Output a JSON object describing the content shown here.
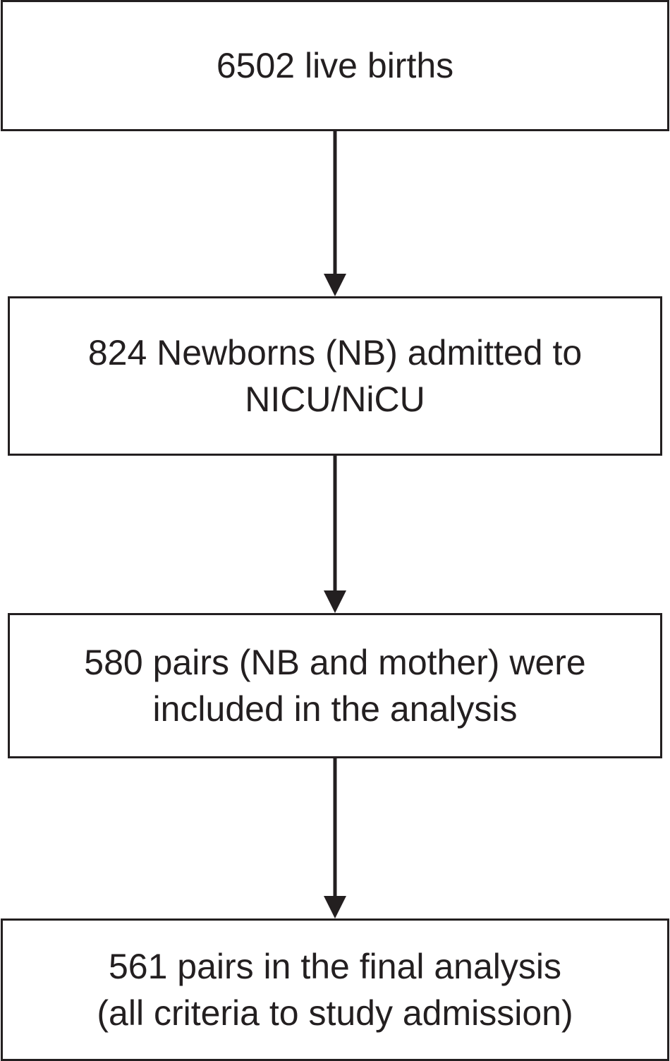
{
  "flowchart": {
    "steps": [
      {
        "lines": [
          "6502 live births"
        ]
      },
      {
        "lines": [
          "824 Newborns (NB) admitted to",
          "NICU/NiCU"
        ]
      },
      {
        "lines": [
          "580 pairs (NB and mother) were",
          "included in the analysis"
        ]
      },
      {
        "lines": [
          "561 pairs in the final analysis",
          "(all criteria to study admission)"
        ]
      }
    ],
    "stroke_color": "#231f20",
    "background_color": "#ffffff"
  }
}
